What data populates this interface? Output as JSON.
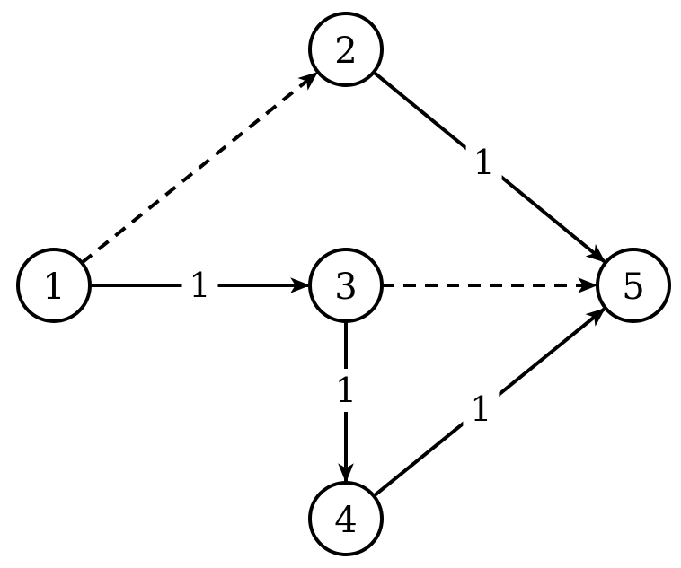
{
  "nodes": [
    {
      "id": "1",
      "label": "1"
    },
    {
      "id": "2",
      "label": "2"
    },
    {
      "id": "3",
      "label": "3"
    },
    {
      "id": "4",
      "label": "4"
    },
    {
      "id": "5",
      "label": "5"
    }
  ],
  "edges": [
    {
      "from": "1",
      "to": "2",
      "style": "dashed",
      "label": ""
    },
    {
      "from": "1",
      "to": "3",
      "style": "solid",
      "label": "1"
    },
    {
      "from": "2",
      "to": "5",
      "style": "solid",
      "label": "1"
    },
    {
      "from": "3",
      "to": "5",
      "style": "dashed",
      "label": ""
    },
    {
      "from": "3",
      "to": "4",
      "style": "solid",
      "label": "1"
    },
    {
      "from": "4",
      "to": "5",
      "style": "solid",
      "label": "1"
    }
  ],
  "colors": {
    "stroke": "#000000",
    "background": "#ffffff"
  }
}
